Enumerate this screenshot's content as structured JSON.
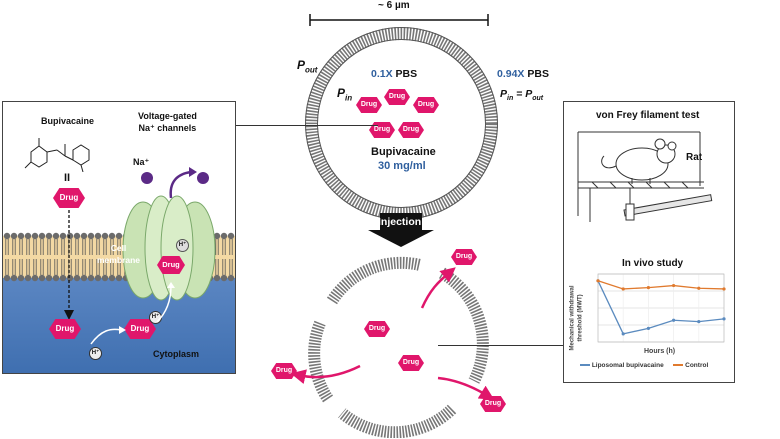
{
  "scale": {
    "label": "~ 6 µm"
  },
  "vesicle_top": {
    "p_out": "P",
    "p_out_sub": "out",
    "p_in": "P",
    "p_in_sub": "in",
    "inner_conc": "0.1X",
    "inner_buffer": "PBS",
    "outer_conc": "0.94X",
    "outer_buffer": "PBS",
    "eq_left": "P",
    "eq_left_sub": "in",
    "eq_mid": " = P",
    "eq_right_sub": "out",
    "drug_name": "Bupivacaine",
    "drug_dose": "30 mg/ml",
    "drug_label": "Drug"
  },
  "injection": {
    "label": "Injection"
  },
  "left_panel": {
    "bupivacaine_label": "Bupivacaine",
    "channels_label_line1": "Voltage-gated",
    "channels_label_line2": "Na⁺ channels",
    "equiv": "II",
    "drug_label": "Drug",
    "na_label": "Na⁺",
    "membrane_line1": "Cell",
    "membrane_line2": "membrane",
    "h_plus": "H⁺",
    "cytoplasm_label": "Cytoplasm"
  },
  "right_panel": {
    "test_title": "von Frey filament test",
    "animal_label": "Rat",
    "study_title": "In vivo study",
    "ylabel_line1": "Mechanical withdrawal",
    "ylabel_line2": "threshold (MWT)",
    "xlabel": "Hours (h)",
    "legend_1": "Liposomal bupivacaine",
    "legend_2": "Control"
  },
  "chart_data": {
    "type": "line",
    "x": [
      0,
      1,
      2,
      3,
      4,
      5
    ],
    "series": [
      {
        "name": "Liposomal bupivacaine",
        "values": [
          0.9,
          0.12,
          0.2,
          0.32,
          0.3,
          0.34
        ],
        "color": "#5b8bbf"
      },
      {
        "name": "Control",
        "values": [
          0.9,
          0.78,
          0.8,
          0.83,
          0.79,
          0.78
        ],
        "color": "#e07a2e"
      }
    ],
    "xlabel": "Hours (h)",
    "ylabel": "Mechanical withdrawal threshold (MWT)",
    "ylim": [
      0,
      1
    ],
    "grid": true,
    "legend_position": "bottom"
  },
  "colors": {
    "drug": "#e0166b",
    "pbs_blue": "#2f5f9e",
    "membrane_yellow": "#f3d9a4",
    "cytoplasm_blue": "#3f6fb0",
    "channel_green": "#c9e3b4",
    "sodium_purple": "#5b2a86"
  }
}
